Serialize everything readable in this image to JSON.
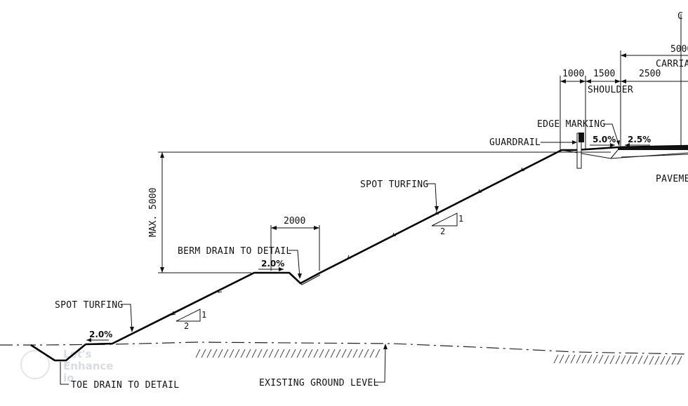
{
  "labels": {
    "centerline": "C",
    "carriageway": "CARRIAG",
    "shoulder": "SHOULDER",
    "edge_marking": "EDGE MARKING",
    "guardrail": "GUARDRAIL",
    "pavement": "PAVEME",
    "spot_turfing_upper": "SPOT TURFING",
    "spot_turfing_lower": "SPOT TURFING",
    "berm_drain": "BERM DRAIN TO DETAIL",
    "toe_drain": "TOE DRAIN TO DETAIL",
    "existing_ground": "EXISTING GROUND LEVEL",
    "max_height": "MAX. 5000"
  },
  "dimensions": {
    "d_5000": "5000",
    "d_1000": "1000",
    "d_1500": "1500",
    "d_2500": "2500",
    "d_2000": "2000"
  },
  "slopes": {
    "shoulder_cross": "5.0%",
    "carriageway_cross": "2.5%",
    "berm": "2.0%",
    "toe": "2.0%",
    "batter_upper_v": "1",
    "batter_upper_h": "2",
    "batter_lower_v": "1",
    "batter_lower_h": "2"
  },
  "watermark": {
    "line1": "Let's",
    "line2": "Enhance",
    "line3": "io"
  }
}
